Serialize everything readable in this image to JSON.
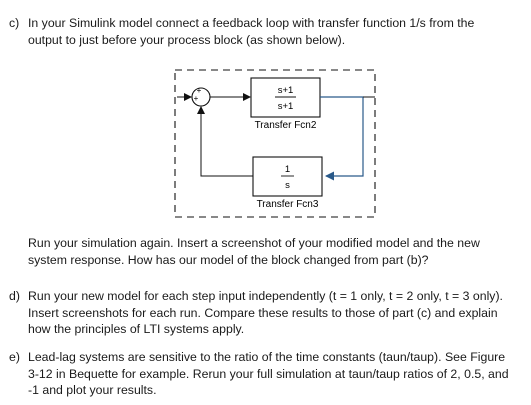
{
  "part_c": {
    "marker": "c)",
    "line1": "In your Simulink model connect a feedback loop with transfer function 1/s from the",
    "line2": "output to just before your process block (as shown below).",
    "after_line1": "Run your simulation again. Insert a screenshot of your modified model and the new",
    "after_line2": "system response. How has our model of the block changed from part (b)?"
  },
  "diagram": {
    "block1": {
      "numerator": "s+1",
      "denominator": "s+1",
      "label": "Transfer Fcn2"
    },
    "block2": {
      "numerator": "1",
      "denominator": "s",
      "label": "Transfer Fcn3"
    },
    "sum_sign_top": "+",
    "sum_sign_left": "+"
  },
  "part_d": {
    "marker": "d)",
    "line1": "Run your new model for each step input independently (t = 1 only, t = 2 only, t = 3 only).",
    "line2": "Insert screenshots for each run. Compare these results to those of part (c) and explain",
    "line3": "how the principles of LTI systems apply."
  },
  "part_e": {
    "marker": "e)",
    "line1": "Lead-lag systems are sensitive to the ratio of the time constants (taun/taup). See Figure",
    "line2": "3-12 in Bequette for example. Rerun your full simulation at taun/taup ratios of 2, 0.5, and",
    "line3": "-1 and plot your results."
  }
}
